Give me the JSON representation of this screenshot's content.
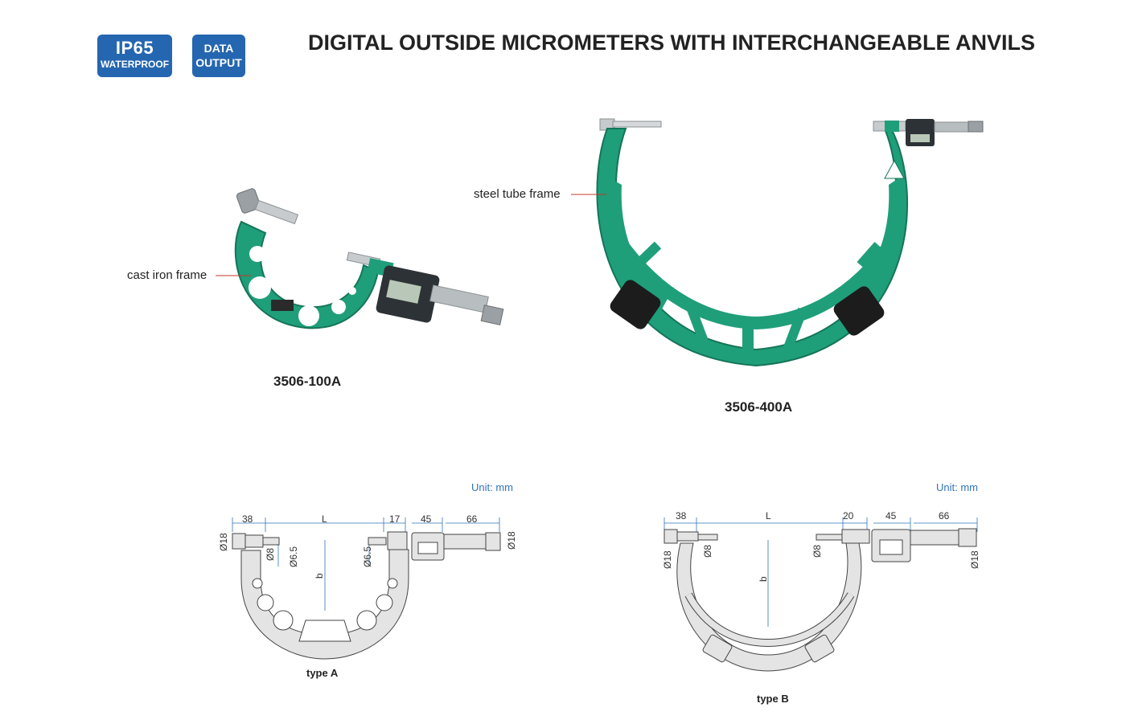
{
  "badges": {
    "ip65": {
      "line1": "IP65",
      "line2": "WATERPROOF"
    },
    "data_output": {
      "line1": "DATA",
      "line2": "OUTPUT"
    }
  },
  "title": "DIGITAL OUTSIDE MICROMETERS WITH INTERCHANGEABLE ANVILS",
  "products": [
    {
      "model": "3506-100A",
      "callout": "cast iron frame"
    },
    {
      "model": "3506-400A",
      "callout": "steel tube frame"
    }
  ],
  "colors": {
    "badge": "#2566b0",
    "frame_green": "#1f9e7a",
    "dimension_blue": "#3273b8"
  },
  "drawings": {
    "type_a": {
      "caption": "type A",
      "unit": "Unit: mm",
      "dims": {
        "d1": "38",
        "d2": "L",
        "d3": "17",
        "d4": "45",
        "d5": "66",
        "dia_left": "Ø18",
        "dia_anvil": "Ø8",
        "dia_spindle_l": "Ø6.5",
        "dia_spindle_r": "Ø6.5",
        "dia_right": "Ø18",
        "depth": "b"
      }
    },
    "type_b": {
      "caption": "type B",
      "unit": "Unit: mm",
      "dims": {
        "d1": "38",
        "d2": "L",
        "d3": "20",
        "d4": "45",
        "d5": "66",
        "dia_left": "Ø18",
        "dia_anvil": "Ø8",
        "dia_spindle": "Ø8",
        "dia_right": "Ø18",
        "depth": "b"
      }
    }
  }
}
